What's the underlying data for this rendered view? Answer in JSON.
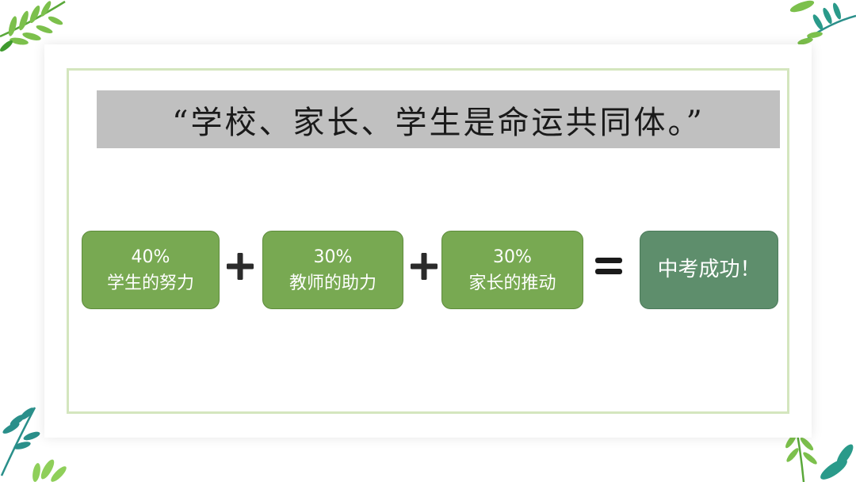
{
  "slide": {
    "quote": "“学校、家长、学生是命运共同体。”",
    "equation": {
      "terms": [
        {
          "percent": "40%",
          "label": "学生的努力"
        },
        {
          "percent": "30%",
          "label": "教师的助力"
        },
        {
          "percent": "30%",
          "label": "家长的推动"
        }
      ],
      "result": "中考成功！"
    }
  },
  "colors": {
    "term_box": "#78a952",
    "result_box": "#5e8e6c",
    "frame_border": "#d4e6be",
    "banner_bg": "#c0c0c0",
    "leaf_green": "#7cc04c",
    "leaf_teal": "#2a8f8a"
  },
  "icons": [
    "leaf-icon",
    "plus-icon",
    "equals-icon"
  ]
}
